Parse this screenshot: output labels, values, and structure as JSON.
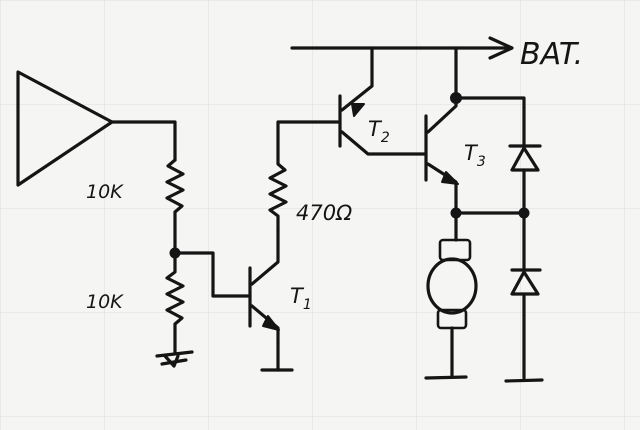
{
  "labels": {
    "battery": "BAT.",
    "r_top": "10K",
    "r_bottom": "10K",
    "r_470": "470Ω",
    "t1": "T",
    "t1_sub": "1",
    "t2": "T",
    "t2_sub": "2",
    "t3": "T",
    "t3_sub": "3"
  },
  "colors": {
    "ink": "#151515",
    "paper": "#f5f5f3"
  }
}
